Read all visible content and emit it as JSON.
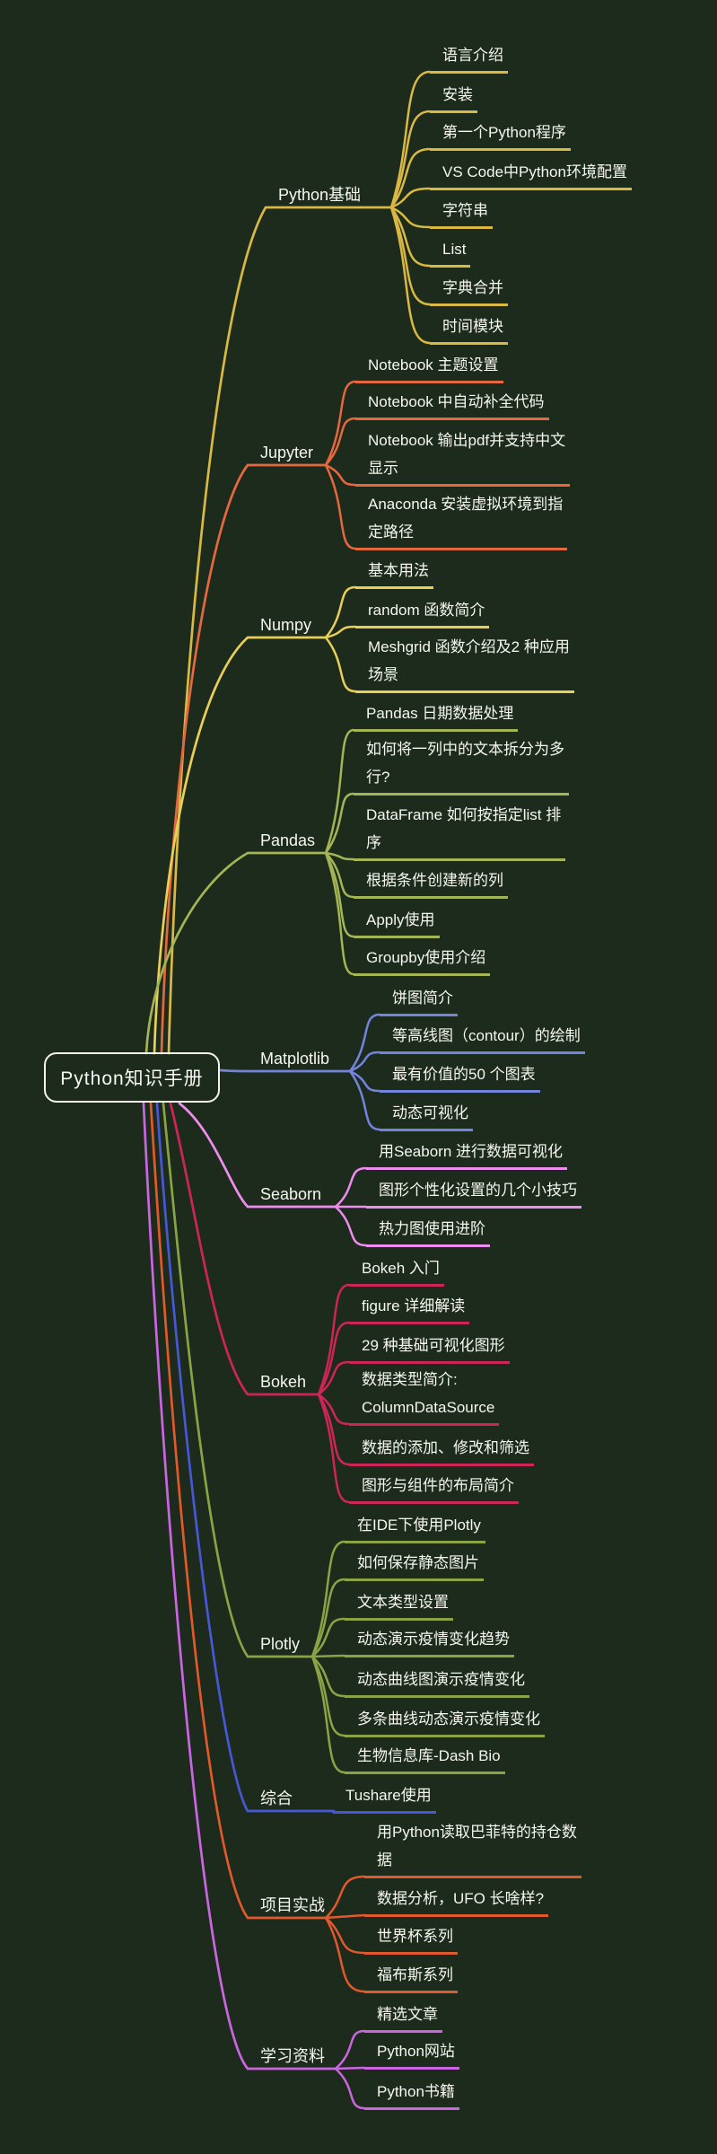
{
  "mindmap": {
    "root": {
      "label": "Python知识手册"
    },
    "background_color": "#1d2b1c",
    "text_color": "#f6f6f1",
    "branches": [
      {
        "label": "Python基础",
        "color": "#d9b943",
        "children": [
          "语言介绍",
          "安装",
          "第一个Python程序",
          "VS Code中Python环境配置",
          "字符串",
          "List",
          "字典合并",
          "时间模块"
        ]
      },
      {
        "label": "Jupyter",
        "color": "#e5683f",
        "children": [
          "Notebook 主题设置",
          "Notebook 中自动补全代码",
          "Notebook 输出pdf并支持中文\n显示",
          "Anaconda 安装虚拟环境到指\n定路径"
        ]
      },
      {
        "label": "Numpy",
        "color": "#e9cf58",
        "children": [
          "基本用法",
          "random 函数简介",
          "Meshgrid 函数介绍及2 种应用\n场景"
        ]
      },
      {
        "label": "Pandas",
        "color": "#a4b556",
        "children": [
          "Pandas 日期数据处理",
          "如何将一列中的文本拆分为多\n行?",
          "DataFrame 如何按指定list 排\n序",
          "根据条件创建新的列",
          "Apply使用",
          "Groupby使用介绍"
        ]
      },
      {
        "label": "Matplotlib",
        "color": "#7384dc",
        "children": [
          "饼图简介",
          "等高线图（contour）的绘制",
          "最有价值的50 个图表",
          "动态可视化"
        ]
      },
      {
        "label": "Seaborn",
        "color": "#ef8cef",
        "children": [
          "用Seaborn 进行数据可视化",
          "图形个性化设置的几个小技巧",
          "热力图使用进阶"
        ]
      },
      {
        "label": "Bokeh",
        "color": "#ce2559",
        "children": [
          "Bokeh 入门",
          "figure 详细解读",
          "29 种基础可视化图形",
          "数据类型简介:\nColumnDataSource",
          "数据的添加、修改和筛选",
          "图形与组件的布局简介"
        ]
      },
      {
        "label": "Plotly",
        "color": "#8ca345",
        "children": [
          "在IDE下使用Plotly",
          "如何保存静态图片",
          "文本类型设置",
          "动态演示疫情变化趋势",
          "动态曲线图演示疫情变化",
          "多条曲线动态演示疫情变化",
          "生物信息库-Dash Bio"
        ]
      },
      {
        "label": "综合",
        "color": "#4758d6",
        "children": [
          "Tushare使用"
        ]
      },
      {
        "label": "项目实战",
        "color": "#e2592c",
        "children": [
          "用Python读取巴菲特的持仓数\n据",
          "数据分析，UFO 长啥样?",
          "世界杯系列",
          "福布斯系列"
        ]
      },
      {
        "label": "学习资料",
        "color": "#cb66e2",
        "children": [
          "精选文章",
          "Python网站",
          "Python书籍"
        ]
      }
    ]
  }
}
